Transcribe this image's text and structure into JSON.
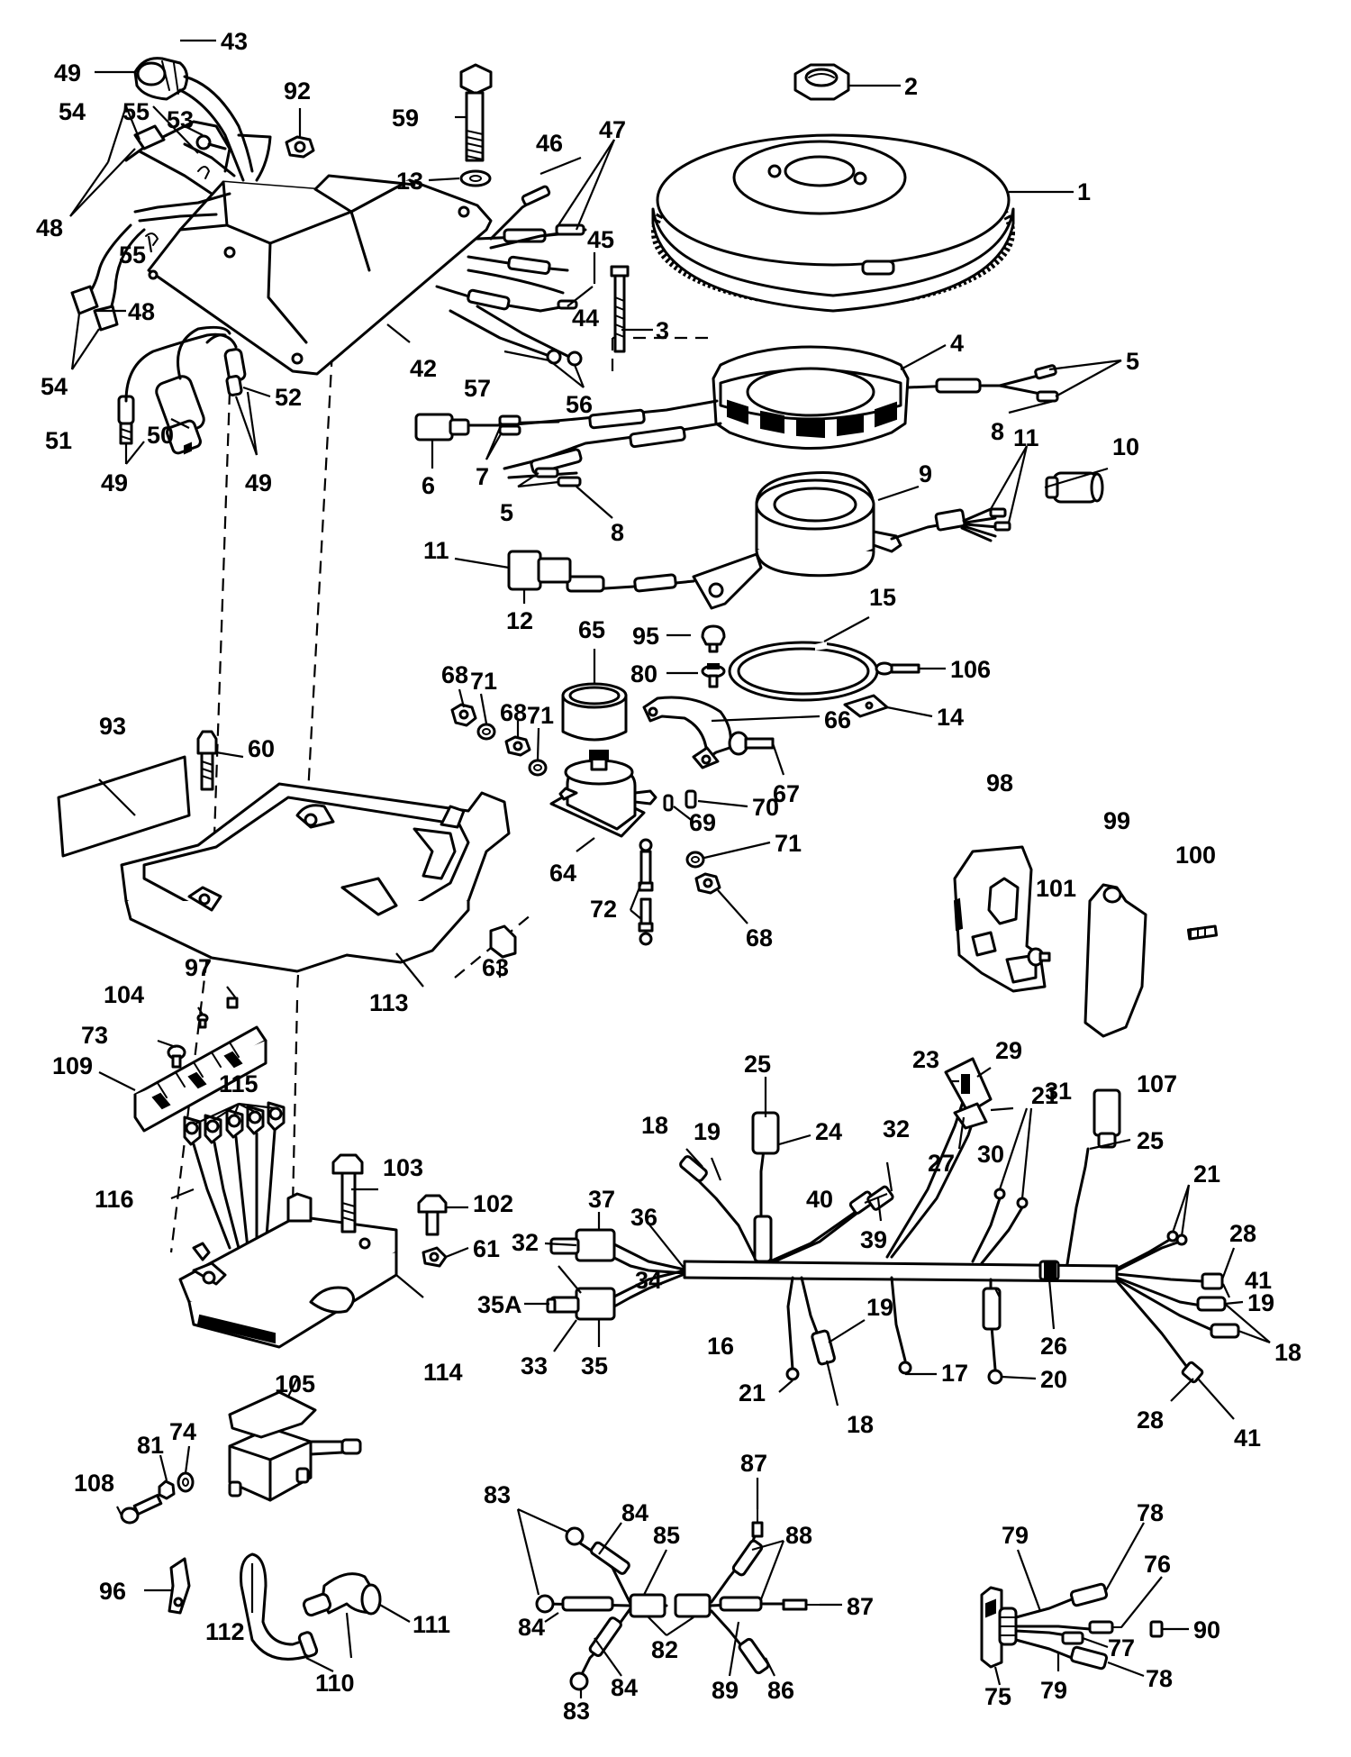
{
  "callouts": [
    {
      "id": "c1",
      "text": "1"
    },
    {
      "id": "c2",
      "text": "2"
    },
    {
      "id": "c3",
      "text": "3"
    },
    {
      "id": "c4",
      "text": "4"
    },
    {
      "id": "c5a",
      "text": "5"
    },
    {
      "id": "c5b",
      "text": "5"
    },
    {
      "id": "c6",
      "text": "6"
    },
    {
      "id": "c7",
      "text": "7"
    },
    {
      "id": "c8a",
      "text": "8"
    },
    {
      "id": "c8b",
      "text": "8"
    },
    {
      "id": "c9",
      "text": "9"
    },
    {
      "id": "c10",
      "text": "10"
    },
    {
      "id": "c11a",
      "text": "11"
    },
    {
      "id": "c11b",
      "text": "11"
    },
    {
      "id": "c12",
      "text": "12"
    },
    {
      "id": "c13",
      "text": "13"
    },
    {
      "id": "c14",
      "text": "14"
    },
    {
      "id": "c15",
      "text": "15"
    },
    {
      "id": "c16",
      "text": "16"
    },
    {
      "id": "c17",
      "text": "17"
    },
    {
      "id": "c18a",
      "text": "18"
    },
    {
      "id": "c18b",
      "text": "18"
    },
    {
      "id": "c18c",
      "text": "18"
    },
    {
      "id": "c19a",
      "text": "19"
    },
    {
      "id": "c19b",
      "text": "19"
    },
    {
      "id": "c19c",
      "text": "19"
    },
    {
      "id": "c20",
      "text": "20"
    },
    {
      "id": "c21a",
      "text": "21"
    },
    {
      "id": "c21b",
      "text": "21"
    },
    {
      "id": "c21c",
      "text": "21"
    },
    {
      "id": "c23",
      "text": "23"
    },
    {
      "id": "c24",
      "text": "24"
    },
    {
      "id": "c25a",
      "text": "25"
    },
    {
      "id": "c25b",
      "text": "25"
    },
    {
      "id": "c26",
      "text": "26"
    },
    {
      "id": "c27",
      "text": "27"
    },
    {
      "id": "c28a",
      "text": "28"
    },
    {
      "id": "c28b",
      "text": "28"
    },
    {
      "id": "c29",
      "text": "29"
    },
    {
      "id": "c30",
      "text": "30"
    },
    {
      "id": "c31",
      "text": "31"
    },
    {
      "id": "c32a",
      "text": "32"
    },
    {
      "id": "c32b",
      "text": "32"
    },
    {
      "id": "c33",
      "text": "33"
    },
    {
      "id": "c34",
      "text": "34"
    },
    {
      "id": "c35",
      "text": "35"
    },
    {
      "id": "c35A",
      "text": "35A"
    },
    {
      "id": "c36",
      "text": "36"
    },
    {
      "id": "c37",
      "text": "37"
    },
    {
      "id": "c39",
      "text": "39"
    },
    {
      "id": "c40",
      "text": "40"
    },
    {
      "id": "c41a",
      "text": "41"
    },
    {
      "id": "c41b",
      "text": "41"
    },
    {
      "id": "c42",
      "text": "42"
    },
    {
      "id": "c43",
      "text": "43"
    },
    {
      "id": "c44",
      "text": "44"
    },
    {
      "id": "c45",
      "text": "45"
    },
    {
      "id": "c46",
      "text": "46"
    },
    {
      "id": "c47",
      "text": "47"
    },
    {
      "id": "c48a",
      "text": "48"
    },
    {
      "id": "c48b",
      "text": "48"
    },
    {
      "id": "c49a",
      "text": "49"
    },
    {
      "id": "c49b",
      "text": "49"
    },
    {
      "id": "c49c",
      "text": "49"
    },
    {
      "id": "c50",
      "text": "50"
    },
    {
      "id": "c51",
      "text": "51"
    },
    {
      "id": "c52",
      "text": "52"
    },
    {
      "id": "c53",
      "text": "53"
    },
    {
      "id": "c54a",
      "text": "54"
    },
    {
      "id": "c54b",
      "text": "54"
    },
    {
      "id": "c55a",
      "text": "55"
    },
    {
      "id": "c55b",
      "text": "55"
    },
    {
      "id": "c56",
      "text": "56"
    },
    {
      "id": "c57",
      "text": "57"
    },
    {
      "id": "c59",
      "text": "59"
    },
    {
      "id": "c60",
      "text": "60"
    },
    {
      "id": "c61",
      "text": "61"
    },
    {
      "id": "c63",
      "text": "63"
    },
    {
      "id": "c64",
      "text": "64"
    },
    {
      "id": "c65",
      "text": "65"
    },
    {
      "id": "c66",
      "text": "66"
    },
    {
      "id": "c67",
      "text": "67"
    },
    {
      "id": "c68a",
      "text": "68"
    },
    {
      "id": "c68b",
      "text": "68"
    },
    {
      "id": "c68c",
      "text": "68"
    },
    {
      "id": "c69",
      "text": "69"
    },
    {
      "id": "c70",
      "text": "70"
    },
    {
      "id": "c71a",
      "text": "71"
    },
    {
      "id": "c71b",
      "text": "71"
    },
    {
      "id": "c71c",
      "text": "71"
    },
    {
      "id": "c72",
      "text": "72"
    },
    {
      "id": "c73",
      "text": "73"
    },
    {
      "id": "c74",
      "text": "74"
    },
    {
      "id": "c75",
      "text": "75"
    },
    {
      "id": "c76",
      "text": "76"
    },
    {
      "id": "c77",
      "text": "77"
    },
    {
      "id": "c78a",
      "text": "78"
    },
    {
      "id": "c78b",
      "text": "78"
    },
    {
      "id": "c79a",
      "text": "79"
    },
    {
      "id": "c79b",
      "text": "79"
    },
    {
      "id": "c80",
      "text": "80"
    },
    {
      "id": "c81",
      "text": "81"
    },
    {
      "id": "c82",
      "text": "82"
    },
    {
      "id": "c83a",
      "text": "83"
    },
    {
      "id": "c83b",
      "text": "83"
    },
    {
      "id": "c84a",
      "text": "84"
    },
    {
      "id": "c84b",
      "text": "84"
    },
    {
      "id": "c84c",
      "text": "84"
    },
    {
      "id": "c85",
      "text": "85"
    },
    {
      "id": "c86",
      "text": "86"
    },
    {
      "id": "c87a",
      "text": "87"
    },
    {
      "id": "c87b",
      "text": "87"
    },
    {
      "id": "c88",
      "text": "88"
    },
    {
      "id": "c89",
      "text": "89"
    },
    {
      "id": "c90",
      "text": "90"
    },
    {
      "id": "c92",
      "text": "92"
    },
    {
      "id": "c93",
      "text": "93"
    },
    {
      "id": "c95",
      "text": "95"
    },
    {
      "id": "c96",
      "text": "96"
    },
    {
      "id": "c97",
      "text": "97"
    },
    {
      "id": "c98",
      "text": "98"
    },
    {
      "id": "c99",
      "text": "99"
    },
    {
      "id": "c100",
      "text": "100"
    },
    {
      "id": "c101",
      "text": "101"
    },
    {
      "id": "c102",
      "text": "102"
    },
    {
      "id": "c103",
      "text": "103"
    },
    {
      "id": "c104",
      "text": "104"
    },
    {
      "id": "c105",
      "text": "105"
    },
    {
      "id": "c106",
      "text": "106"
    },
    {
      "id": "c107",
      "text": "107"
    },
    {
      "id": "c108",
      "text": "108"
    },
    {
      "id": "c109",
      "text": "109"
    },
    {
      "id": "c110",
      "text": "110"
    },
    {
      "id": "c111",
      "text": "111"
    },
    {
      "id": "c112",
      "text": "112"
    },
    {
      "id": "c113",
      "text": "113"
    },
    {
      "id": "c114",
      "text": "114"
    },
    {
      "id": "c115",
      "text": "115"
    },
    {
      "id": "c116",
      "text": "116"
    }
  ]
}
